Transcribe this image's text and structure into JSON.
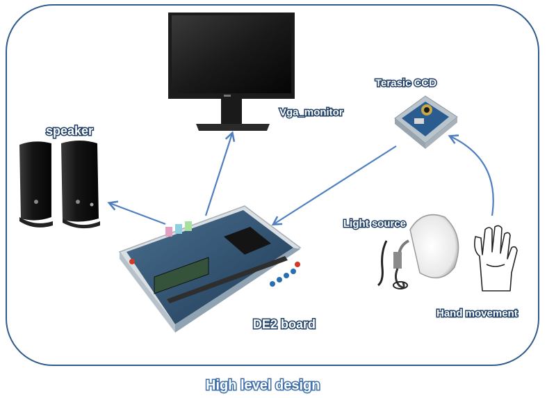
{
  "labels": {
    "speaker": "speaker",
    "vga_monitor": "Vga_monitor",
    "terasic_ccd": "Terasic CCD",
    "light_source": "Light source",
    "hand_movement": "Hand movement",
    "de2_board": "DE2 board",
    "caption": "High level design"
  },
  "colors": {
    "frame": "#2f5a8c",
    "arrow": "#4f7fbf",
    "label_outline": "#1f3f66",
    "caption_outline": "#3d6eaa"
  },
  "icons": {
    "speakers": "speaker-pair-icon",
    "monitor": "monitor-icon",
    "camera": "ccd-camera-icon",
    "lamp": "lamp-icon",
    "hand": "hand-icon",
    "board": "fpga-board-icon"
  }
}
